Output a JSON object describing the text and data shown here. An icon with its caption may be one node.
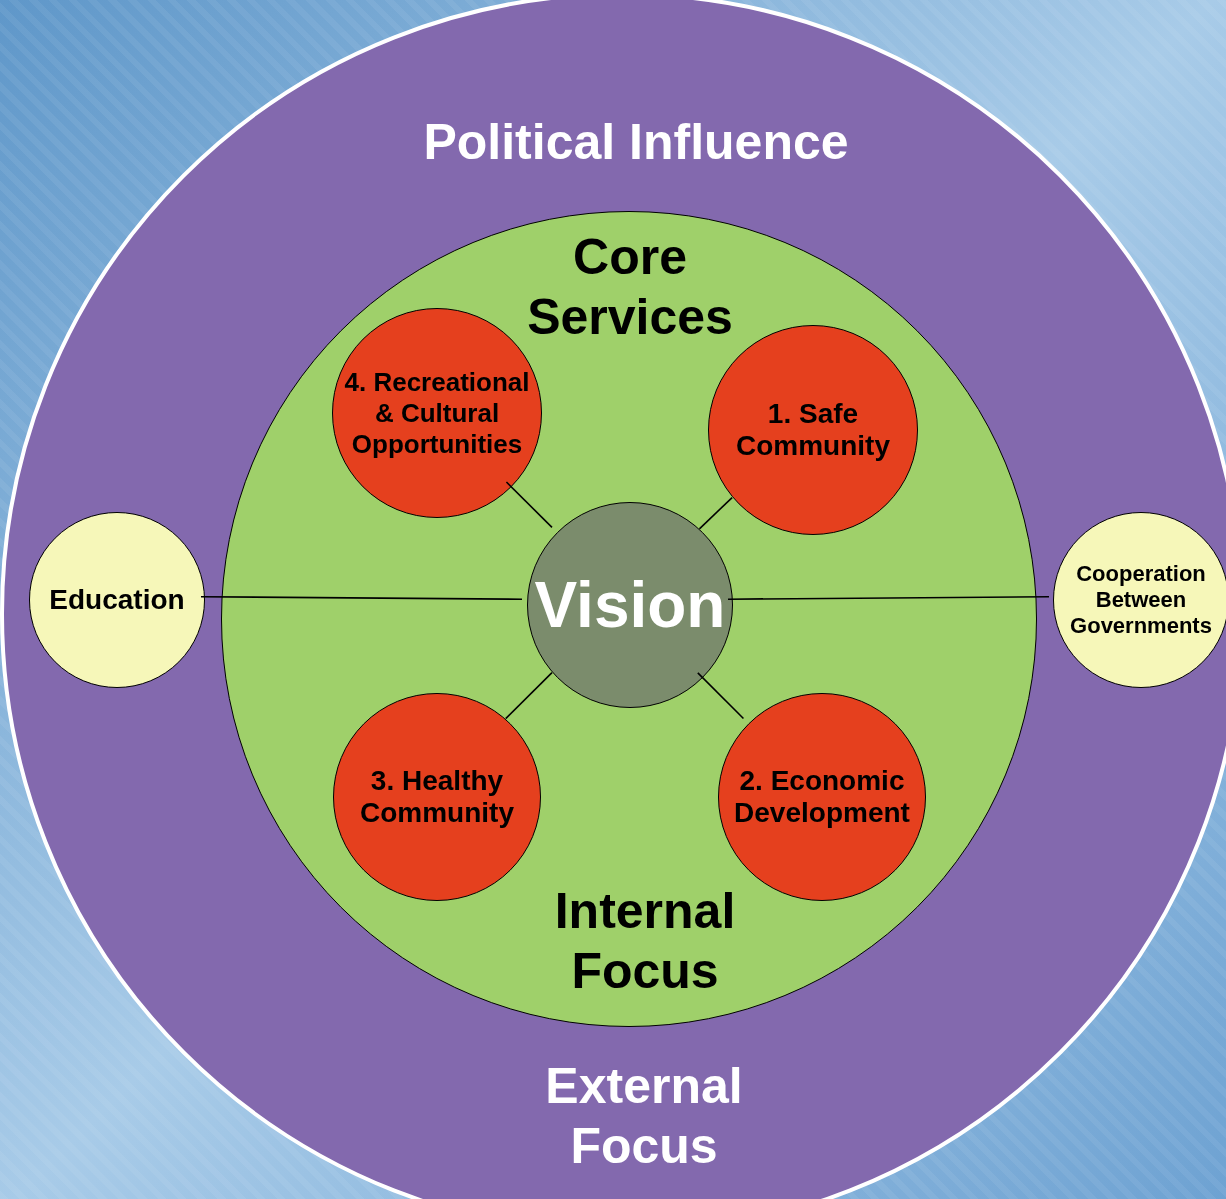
{
  "diagram": {
    "nodes": [
      {
        "text": [
          "Political Influence",
          "External Focus"
        ]
      },
      {
        "text": [
          "Core Services",
          "Internal Focus"
        ],
        "in": 0
      },
      {
        "text": [
          "4. Recreational & Cultural Opportunities"
        ],
        "in": 1
      },
      {
        "text": [
          "1. Safe Community"
        ],
        "in": 1
      },
      {
        "text": [
          "Vision"
        ],
        "in": 1
      },
      {
        "text": [
          "3. Healthy Community"
        ],
        "in": 1
      },
      {
        "text": [
          "2. Economic Development"
        ],
        "in": 1
      },
      {
        "text": [
          "Education"
        ],
        "in": 0
      },
      {
        "text": [
          "Cooperation Between Governments"
        ],
        "in": 0
      }
    ],
    "edges": [
      {
        "from": 2,
        "to": 4,
        "arrow": "none"
      },
      {
        "from": 3,
        "to": 4,
        "arrow": "none"
      },
      {
        "from": 7,
        "to": 4,
        "arrow": "none"
      },
      {
        "from": 8,
        "to": 4,
        "arrow": "none"
      },
      {
        "from": 5,
        "to": 4,
        "arrow": "none"
      },
      {
        "from": 6,
        "to": 4,
        "arrow": "none"
      }
    ]
  }
}
